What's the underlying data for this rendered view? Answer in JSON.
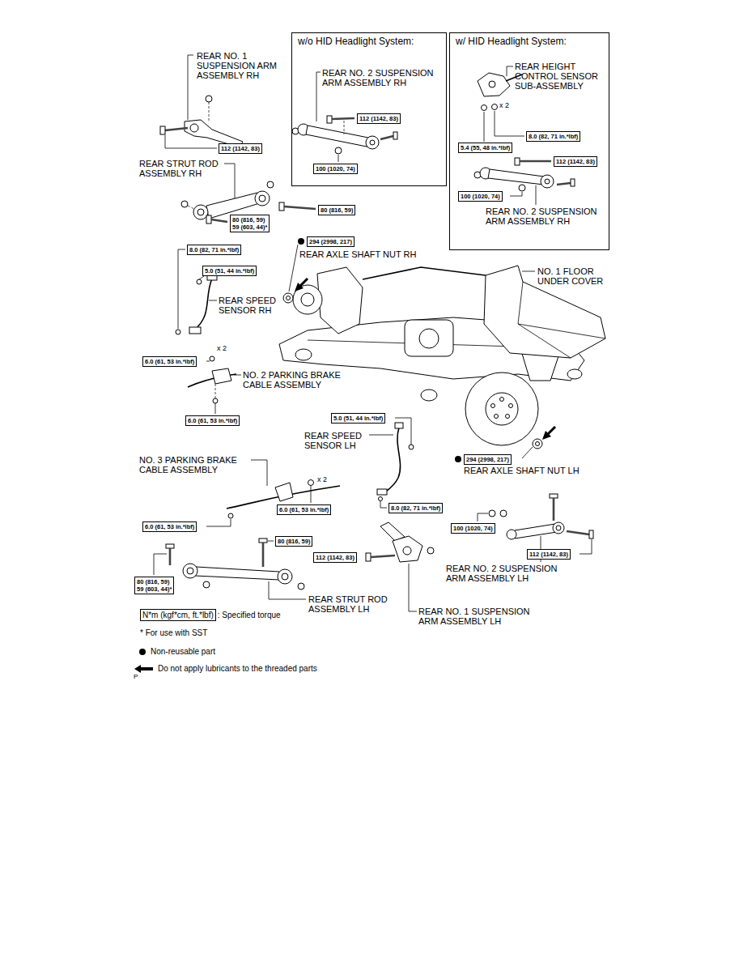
{
  "diagram": {
    "nodes": [
      {
        "text": [
          "w/o HID Headlight System:"
        ]
      },
      {
        "text": [
          "w/ HID Headlight System:"
        ]
      },
      {
        "text": [
          "112 (1142, 83)"
        ]
      },
      {
        "text": [
          "112 (1142, 83)"
        ],
        "in": 0
      },
      {
        "text": [
          "100 (1020, 74)"
        ],
        "in": 0
      },
      {
        "text": [
          "8.0 (82, 71 in.*lbf)"
        ],
        "in": 1
      },
      {
        "text": [
          "5.4 (55, 48 in.*lbf)"
        ],
        "in": 1
      },
      {
        "text": [
          "112 (1142, 83)"
        ],
        "in": 1
      },
      {
        "text": [
          "100 (1020, 74)"
        ],
        "in": 1
      },
      {
        "text": [
          "80 (816, 59)"
        ]
      },
      {
        "text": [
          "80 (816, 59)",
          "59 (603, 44)*"
        ]
      },
      {
        "text": [
          "294 (2998, 217)"
        ]
      },
      {
        "text": [
          "8.0 (82, 71 in.*lbf)"
        ]
      },
      {
        "text": [
          "5.0 (51, 44 in.*lbf)"
        ]
      },
      {
        "text": [
          "6.0 (61, 53 in.*lbf)"
        ]
      },
      {
        "text": [
          "5.0 (51, 44 in.*lbf)"
        ]
      },
      {
        "text": [
          "6.0 (61, 53 in.*lbf)"
        ]
      },
      {
        "text": [
          "294 (2998, 217)"
        ]
      },
      {
        "text": [
          "8.0 (82, 71 in.*lbf)"
        ]
      },
      {
        "text": [
          "6.0 (61, 53 in.*lbf)"
        ]
      },
      {
        "text": [
          "6.0 (61, 53 in.*lbf)"
        ]
      },
      {
        "text": [
          "100 (1020, 74)"
        ]
      },
      {
        "text": [
          "80 (816, 59)"
        ]
      },
      {
        "text": [
          "112 (1142, 83)"
        ]
      },
      {
        "text": [
          "112 (1142, 83)"
        ]
      },
      {
        "text": [
          "80 (816, 59)",
          "59 (603, 44)*"
        ]
      },
      {
        "text": [
          "N*m (kgf*cm, ft.*lbf)"
        ]
      }
    ],
    "labels": [
      "REAR NO. 1 SUSPENSION ARM ASSEMBLY RH",
      "REAR NO. 2 SUSPENSION ARM ASSEMBLY RH",
      "REAR HEIGHT CONTROL SENSOR SUB-ASSEMBLY",
      "x 2",
      "REAR NO. 2 SUSPENSION ARM ASSEMBLY RH",
      "REAR STRUT ROD ASSEMBLY RH",
      "REAR AXLE SHAFT NUT RH",
      "NO. 1 FLOOR UNDER COVER",
      "REAR SPEED SENSOR RH",
      "x 2",
      "NO. 2 PARKING BRAKE CABLE ASSEMBLY",
      "REAR SPEED SENSOR LH",
      "REAR AXLE SHAFT NUT LH",
      "NO. 3 PARKING BRAKE CABLE ASSEMBLY",
      "x 2",
      "REAR NO. 2 SUSPENSION ARM ASSEMBLY LH",
      "REAR STRUT ROD ASSEMBLY LH",
      "REAR NO. 1 SUSPENSION ARM ASSEMBLY LH",
      ": Specified torque",
      "* For use with SST",
      "P"
    ],
    "legend": [
      {
        "text": "Non-reusable part"
      },
      {
        "text": "Do not apply lubricants to the threaded parts"
      }
    ]
  }
}
